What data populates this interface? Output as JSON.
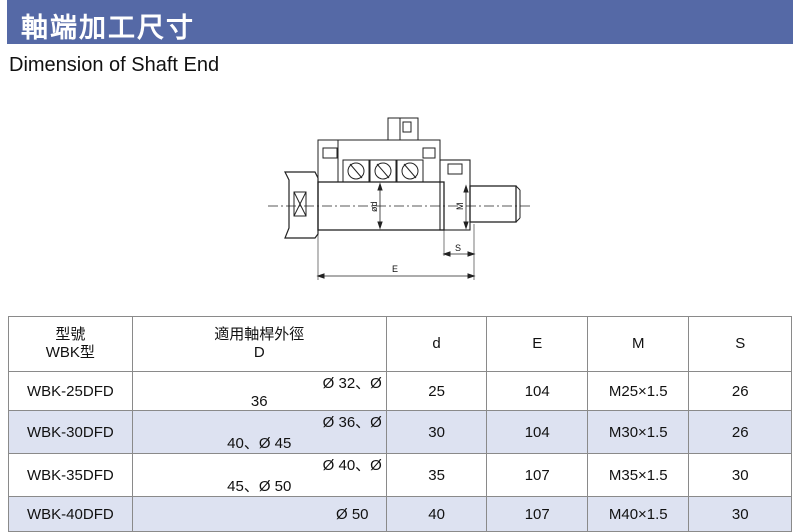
{
  "title": "軸端加工尺寸",
  "subtitle": "Dimension of Shaft End",
  "drawing": {
    "labels": {
      "d": "ød",
      "M": "M",
      "S": "S",
      "E": "E"
    }
  },
  "table": {
    "headers": [
      {
        "line1": "型號",
        "line2": "WBK型"
      },
      {
        "line1": "適用軸桿外徑",
        "line2": "D"
      },
      {
        "line1": "d",
        "line2": ""
      },
      {
        "line1": "E",
        "line2": ""
      },
      {
        "line1": "M",
        "line2": ""
      },
      {
        "line1": "S",
        "line2": ""
      }
    ],
    "rows": [
      {
        "model": "WBK-25DFD",
        "shaft": "Ø 32、Ø 36",
        "d": "25",
        "E": "104",
        "M": "M25×1.5",
        "S": "26"
      },
      {
        "model": "WBK-30DFD",
        "shaft": "Ø 36、Ø 40、Ø 45",
        "d": "30",
        "E": "104",
        "M": "M30×1.5",
        "S": "26"
      },
      {
        "model": "WBK-35DFD",
        "shaft": "Ø 40、Ø 45、Ø 50",
        "d": "35",
        "E": "107",
        "M": "M35×1.5",
        "S": "30"
      },
      {
        "model": "WBK-40DFD",
        "shaft": "Ø 50",
        "d": "40",
        "E": "107",
        "M": "M40×1.5",
        "S": "30"
      }
    ]
  }
}
